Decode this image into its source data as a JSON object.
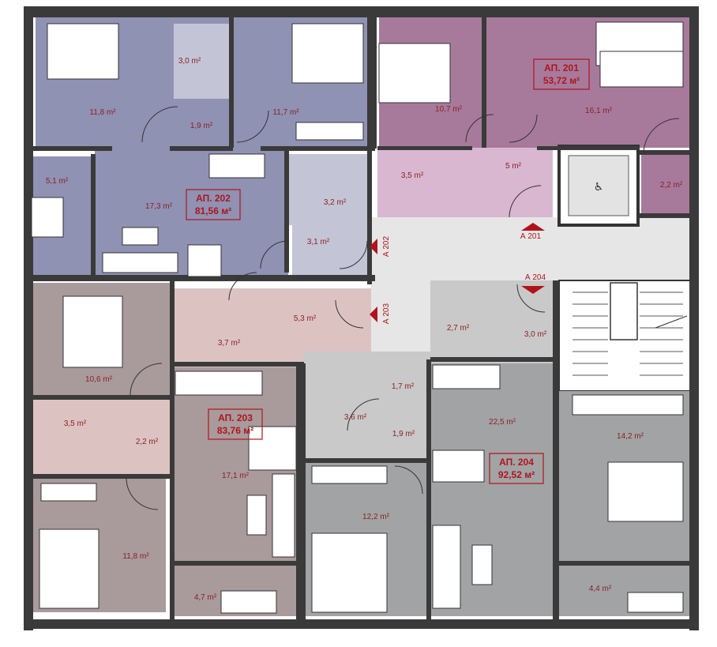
{
  "colors": {
    "apt201": "#a77a9c",
    "apt202": "#8f92b3",
    "apt203": "#a99a9c",
    "apt204": "#a2a3a5",
    "wet201": "#d9b7d0",
    "wet202": "#c3c5d6",
    "wet203": "#dcc3c2",
    "wet204": "#c9c9c9",
    "hall": "#e6e6e6",
    "accent": "#b0141b"
  },
  "apartments": [
    {
      "id": "201",
      "name": "АП. 201",
      "area": "53,72 м²"
    },
    {
      "id": "202",
      "name": "АП. 202",
      "area": "81,56 м²"
    },
    {
      "id": "203",
      "name": "АП. 203",
      "area": "83,76 м²"
    },
    {
      "id": "204",
      "name": "АП. 204",
      "area": "92,52 м²"
    }
  ],
  "entries": [
    "А 201",
    "А 202",
    "А 203",
    "А 204"
  ],
  "rooms": {
    "r01": "11,8 m²",
    "r02": "3,0 m²",
    "r03": "1,9 m²",
    "r04": "11,7 m²",
    "r05": "10,7 m²",
    "r06": "16,1 m²",
    "r07": "5,1 m²",
    "r08": "17,3 m²",
    "r09": "3,2 m²",
    "r10": "3,5 m²",
    "r11": "5 m²",
    "r12": "2,2 m²",
    "r13": "3,1 m²",
    "r14": "10,6 m²",
    "r15": "5,3 m²",
    "r16": "3,7 m²",
    "r17": "2,7 m²",
    "r18": "3,0 m²",
    "r19": "1,7 m²",
    "r20": "3,5 m²",
    "r21": "2,2 m²",
    "r22": "3,6 m²",
    "r23": "1,9 m²",
    "r24": "22,5 m²",
    "r25": "14,2 m²",
    "r26": "17,1 m²",
    "r27": "12,2 m²",
    "r28": "11,8 m²",
    "r29": "4,7 m²",
    "r30": "4,4 m²"
  }
}
